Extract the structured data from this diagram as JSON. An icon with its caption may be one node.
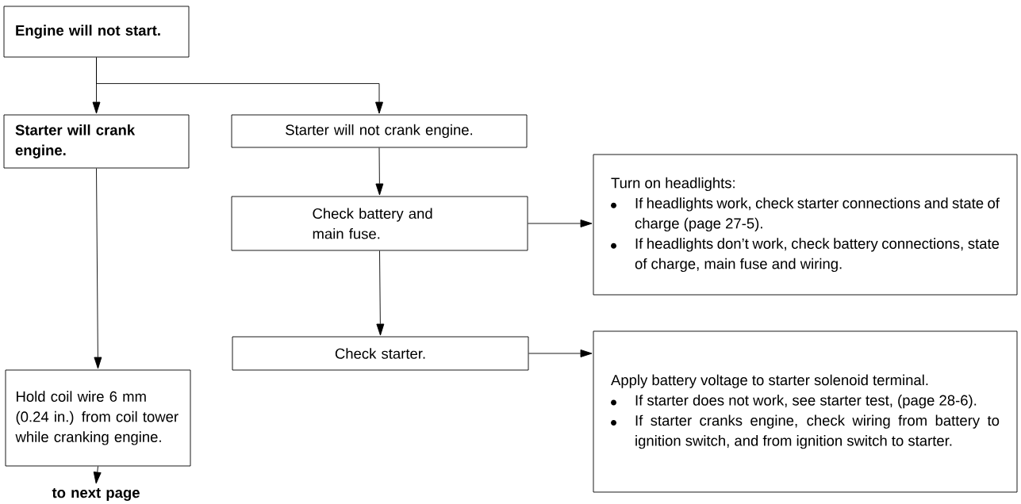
{
  "diagram": {
    "nodes": [
      {
        "text": [
          "Engine will not start."
        ]
      },
      {
        "text": [
          "Starter will crank engine."
        ]
      },
      {
        "text": [
          "Starter will not crank engine."
        ]
      },
      {
        "text": [
          "Check battery and main fuse."
        ]
      },
      {
        "text": [
          "Turn on headlights:",
          "If headlights work, check starter connections and state of charge (page 27-5).",
          "If headlights don’t work, check battery connections, state of charge, main fuse and wiring."
        ]
      },
      {
        "text": [
          "Check starter."
        ]
      },
      {
        "text": [
          "Apply battery voltage to starter solenoid terminal.",
          "If starter does not work, see starter test, (page 28-6).",
          "If starter cranks engine, check wiring from battery to ignition switch, and from ignition switch to starter."
        ]
      },
      {
        "text": [
          "Hold coil wire 6 mm (0.24 in.) from coil tower while cranking engine."
        ]
      },
      {
        "text": [
          "to next page"
        ]
      }
    ],
    "edges": [
      {
        "from": 0,
        "to": 1,
        "arrow": "to"
      },
      {
        "from": 0,
        "to": 2,
        "arrow": "to"
      },
      {
        "from": 2,
        "to": 3,
        "arrow": "to"
      },
      {
        "from": 3,
        "to": 4,
        "arrow": "to"
      },
      {
        "from": 3,
        "to": 5,
        "arrow": "to"
      },
      {
        "from": 5,
        "to": 6,
        "arrow": "to"
      },
      {
        "from": 1,
        "to": 7,
        "arrow": "to"
      },
      {
        "from": 7,
        "to": 8,
        "arrow": "to"
      }
    ]
  }
}
